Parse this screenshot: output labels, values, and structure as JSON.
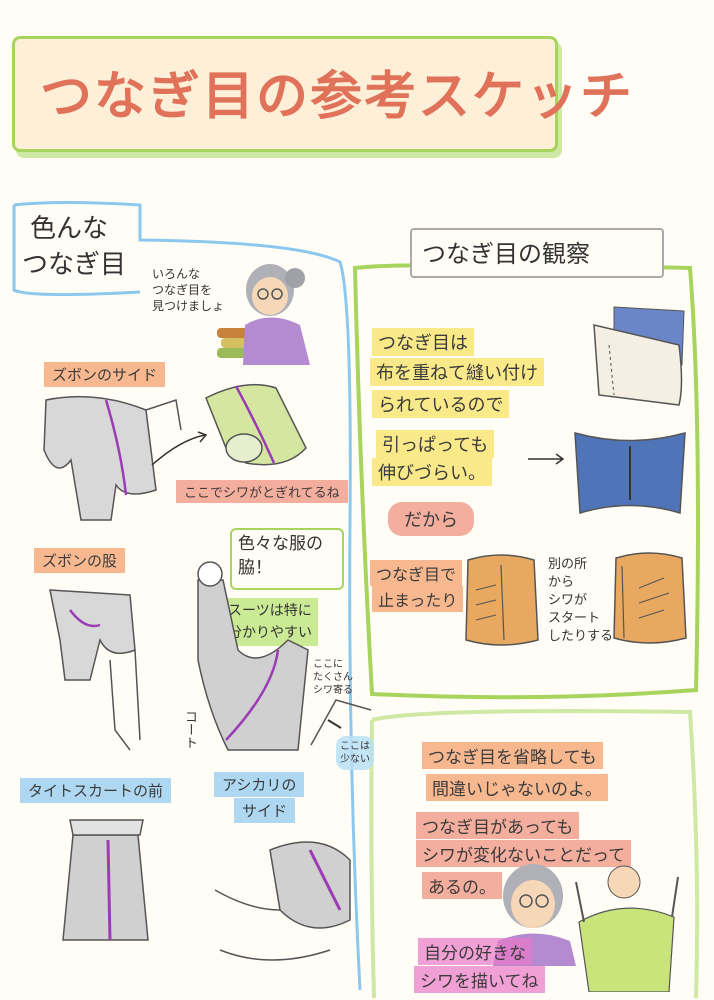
{
  "title": "つなぎ目の参考スケッチ",
  "left_section": {
    "heading_line1": "色んな",
    "heading_line2": "つなぎ目",
    "grandma_speech": "いろんな\nつなぎ目を\n見つけましょ",
    "pants_side_label": "ズボンのサイド",
    "wrinkle_note": "ここでシワがとぎれてるね",
    "pants_crotch_label": "ズボンの股",
    "armpit_label": "色々な服の\n脇！",
    "suit_note": "スーツは特に\n分かりやすい",
    "many_wrinkles": "ここに\nたくさん\nシワ寄る",
    "few_wrinkles": "ここは\n少ない",
    "coat_label": "コート",
    "skirt_label": "タイトスカートの前",
    "ashikari_label_line1": "アシカリの",
    "ashikari_label_line2": "サイド"
  },
  "observation": {
    "heading": "つなぎ目の観察",
    "line1": "つなぎ目は",
    "line2": "布を重ねて縫い付け",
    "line3": "られているので",
    "line4": "引っぱっても",
    "line5": "伸びづらい。",
    "dakara": "だから",
    "stop_line1": "つなぎ目で",
    "stop_line2": "止まったり",
    "start_text": "別の所\nから\nシワが\nスタート\nしたりする"
  },
  "note": {
    "line1": "つなぎ目を省略しても",
    "line2": "間違いじゃないのよ。",
    "line3": "つなぎ目があっても",
    "line4": "シワが変化ないことだって",
    "line5": "あるの。",
    "line6": "自分の好きな",
    "line7": "シワを描いてね"
  },
  "colors": {
    "title_text": "#e0725a",
    "frame_green": "#a7d45c",
    "frame_blue": "#8cc8ee",
    "seam_purple": "#9b3bb5"
  }
}
